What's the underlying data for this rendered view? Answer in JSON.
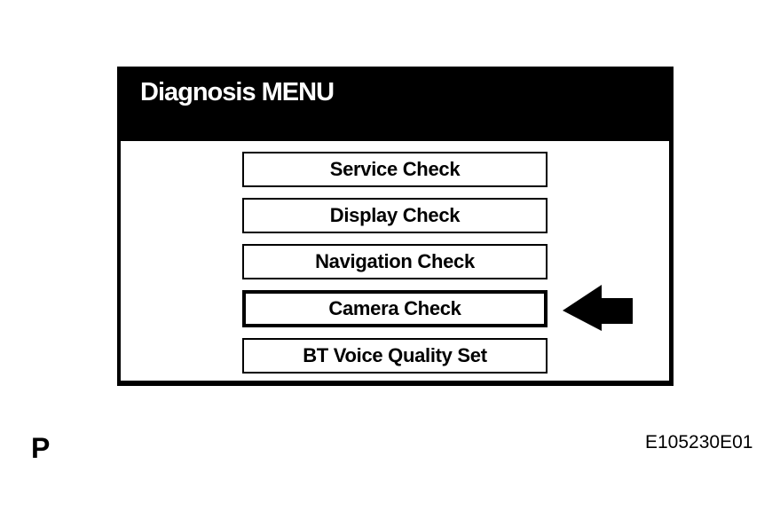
{
  "screen": {
    "title": "Diagnosis MENU",
    "menu_items": [
      {
        "label": "Service Check",
        "selected": false
      },
      {
        "label": "Display Check",
        "selected": false
      },
      {
        "label": "Navigation Check",
        "selected": false
      },
      {
        "label": "Camera Check",
        "selected": true
      },
      {
        "label": "BT Voice Quality Set",
        "selected": false
      }
    ],
    "pointer_icon": "left-arrow-icon",
    "pointed_item": "Camera Check"
  },
  "annotations": {
    "page_letter": "P",
    "figure_code": "E105230E01"
  },
  "colors": {
    "page_bg": "#ffffff",
    "screen_bg": "#ffffff",
    "header_bg": "#000000",
    "header_fg": "#ffffff",
    "line": "#000000",
    "button_fg": "#000000"
  }
}
